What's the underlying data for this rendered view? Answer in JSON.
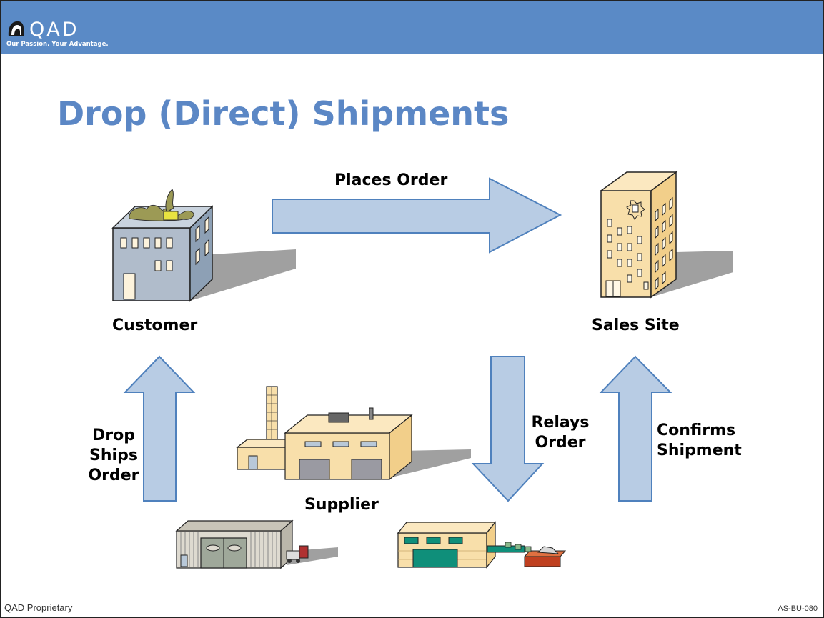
{
  "header": {
    "logo_text": "QAD",
    "logo_tagline": "Our Passion. Your Advantage."
  },
  "title": "Drop (Direct) Shipments",
  "nodes": {
    "customer": "Customer",
    "sales_site": "Sales Site",
    "supplier": "Supplier"
  },
  "arrows": {
    "places_order": "Places Order",
    "relays_order_line1": "Relays",
    "relays_order_line2": "Order",
    "confirms_line1": "Confirms",
    "confirms_line2": "Shipment",
    "drop_line1": "Drop",
    "drop_line2": "Ships",
    "drop_line3": "Order"
  },
  "footer": {
    "left": "QAD Proprietary",
    "right": "AS-BU-080"
  },
  "colors": {
    "header_bg": "#5a8ac6",
    "title": "#5b87c5",
    "arrow_fill": "#b8cce4",
    "arrow_stroke": "#4f81bd"
  }
}
